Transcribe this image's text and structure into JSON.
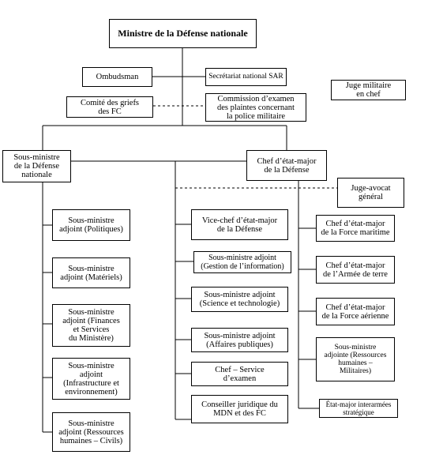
{
  "org": {
    "minister": "Ministre de la Défense nationale",
    "ombudsman": "Ombudsman",
    "sar": "Secrétariat national SAR",
    "juge_militaire": "Juge militaire\nen chef",
    "griefs": "Comité des griefs\ndes FC",
    "commission": "Commission d’examen\ndes plaintes concernant\nla police militaire",
    "sous_ministre": "Sous-ministre\nde la Défense\nnationale",
    "chef_etat_major": "Chef d’état-major\nde la Défense",
    "juge_avocat": "Juge-avocat\ngénéral",
    "left": [
      "Sous-ministre\nadjoint (Politiques)",
      "Sous-ministre\nadjoint (Matériels)",
      "Sous-ministre\nadjoint (Finances\net Services\ndu Ministère)",
      "Sous-ministre\nadjoint\n(Infrastructure et\nenvironnement)",
      "Sous-ministre\nadjoint (Ressources\nhumaines – Civils)"
    ],
    "middle": [
      "Vice-chef d’état-major\nde la Défense",
      "Sous-ministre adjoint\n(Gestion de l’information)",
      "Sous-ministre adjoint\n(Science et technologie)",
      "Sous-ministre adjoint\n(Affaires publiques)",
      "Chef – Service\nd’examen",
      "Conseiller juridique du\nMDN et des FC"
    ],
    "right": [
      "Chef d’état-major\nde la Force maritime",
      "Chef d’état-major\nde l’Armée de terre",
      "Chef d’état-major\nde la Force aérienne",
      "Sous-ministre\nadjointe (Ressources\nhumaines –\nMilitaires)",
      "État-major interarmées\nstratégique"
    ]
  }
}
